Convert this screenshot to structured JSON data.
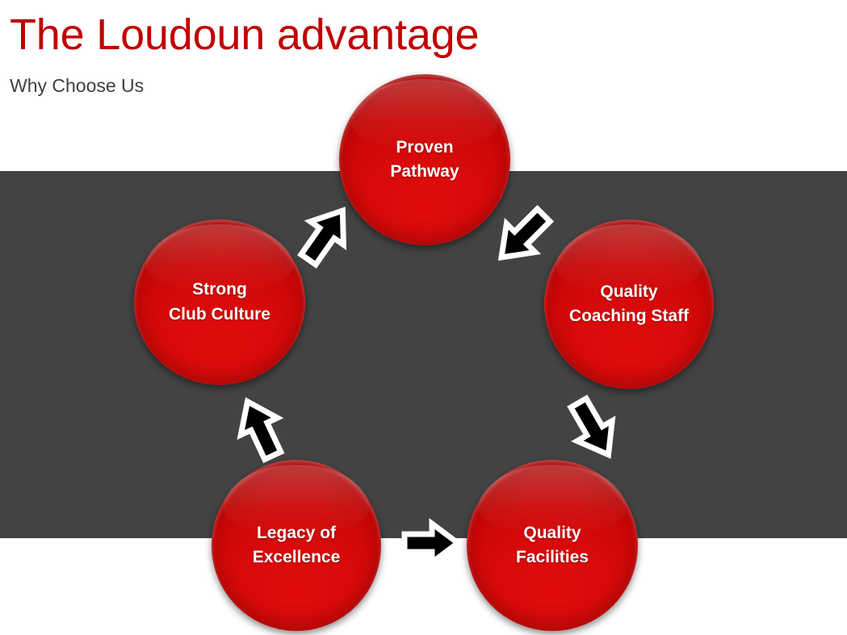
{
  "slide": {
    "title": "The Loudoun advantage",
    "subtitle": "Why Choose Us",
    "title_color": "#C00000",
    "subtitle_color": "#404040",
    "band_color": "#434343",
    "background_color": "#FFFFFF"
  },
  "diagram": {
    "type": "cycle",
    "node_fill_color": "#C00000",
    "node_text_color": "#FFFFFF",
    "arrow_fill_color": "#000000",
    "arrow_outline_color": "#FFFFFF",
    "nodes": [
      {
        "id": "proven",
        "line1": "Proven",
        "line2": "Pathway",
        "label": "Proven Pathway"
      },
      {
        "id": "coaching",
        "line1": "Quality",
        "line2": "Coaching Staff",
        "label": "Quality Coaching Staff"
      },
      {
        "id": "facilities",
        "line1": "Quality",
        "line2": "Facilities",
        "label": "Quality Facilities"
      },
      {
        "id": "legacy",
        "line1": "Legacy of",
        "line2": "Excellence",
        "label": "Legacy of Excellence"
      },
      {
        "id": "culture",
        "line1": "Strong",
        "line2": "Club Culture",
        "label": "Strong Club Culture"
      }
    ],
    "arrows": [
      {
        "id": "arrow-proven-to-coaching",
        "from": "proven",
        "to": "coaching",
        "direction": "down-right"
      },
      {
        "id": "arrow-coaching-to-facilities",
        "from": "coaching",
        "to": "facilities",
        "direction": "down-left"
      },
      {
        "id": "arrow-facilities-to-legacy",
        "from": "facilities",
        "to": "legacy",
        "direction": "left"
      },
      {
        "id": "arrow-legacy-to-culture",
        "from": "legacy",
        "to": "culture",
        "direction": "up-left"
      },
      {
        "id": "arrow-culture-to-proven",
        "from": "culture",
        "to": "proven",
        "direction": "up-right"
      }
    ]
  }
}
